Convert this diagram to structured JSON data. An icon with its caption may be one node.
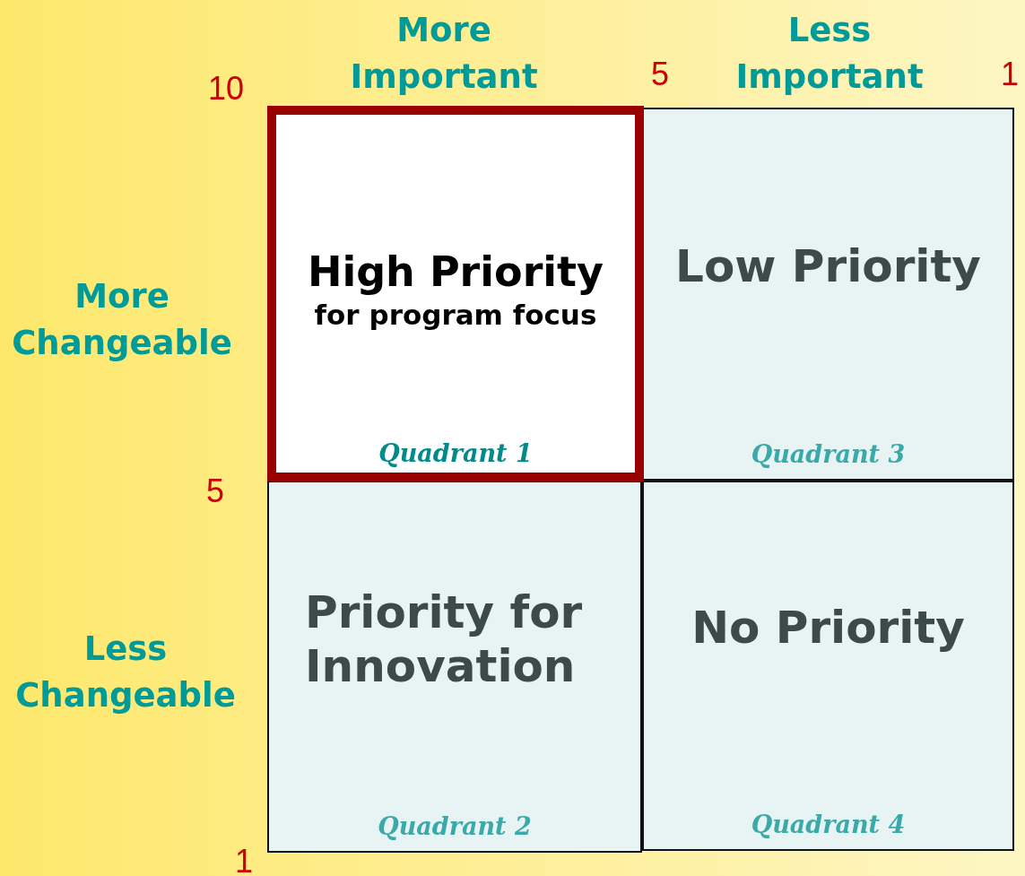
{
  "diagram": {
    "nodes": [
      {
        "text": [
          "High Priority",
          "for program focus",
          "Quadrant 1"
        ]
      },
      {
        "text": [
          "Low Priority",
          "Quadrant 3"
        ]
      },
      {
        "text": [
          "Priority for Innovation",
          "Quadrant 2"
        ]
      },
      {
        "text": [
          "No Priority",
          "Quadrant 4"
        ]
      }
    ],
    "labels": [
      "More Important",
      "Less Important",
      "10",
      "5",
      "1",
      "More Changeable",
      "5",
      "Less Changeable",
      "1"
    ]
  }
}
